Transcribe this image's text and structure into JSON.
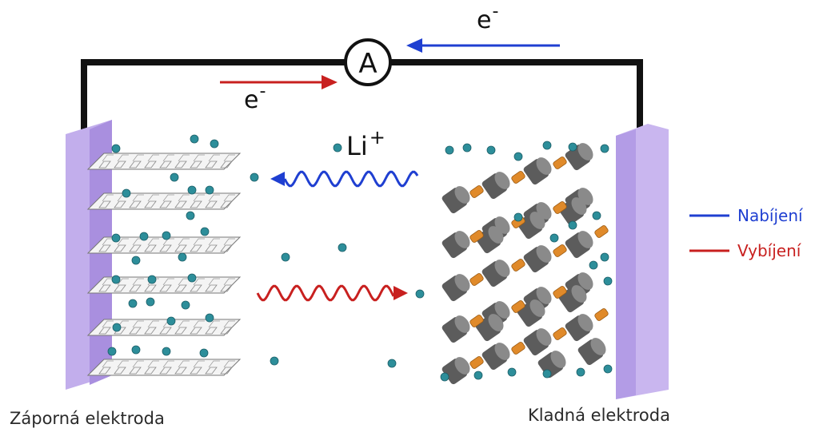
{
  "ammeter": {
    "symbol": "A"
  },
  "electron": {
    "base": "e",
    "superscript": "-"
  },
  "lithium_ion": {
    "base": "Li",
    "superscript": "+"
  },
  "electrodes": {
    "negative": "Záporná elektroda",
    "positive": "Kladná elektroda"
  },
  "legend": [
    {
      "label": "Nabíjení",
      "color": "#1f3fd1"
    },
    {
      "label": "Vybíjení",
      "color": "#c8201f"
    }
  ],
  "colors": {
    "electrode": "#c9b6ef",
    "electrode_edge": "#a98fdf",
    "ion": "#2d8e9a",
    "wire": "#111111",
    "cylinder": "#6e6e6e",
    "bond": "#e08a2a"
  }
}
